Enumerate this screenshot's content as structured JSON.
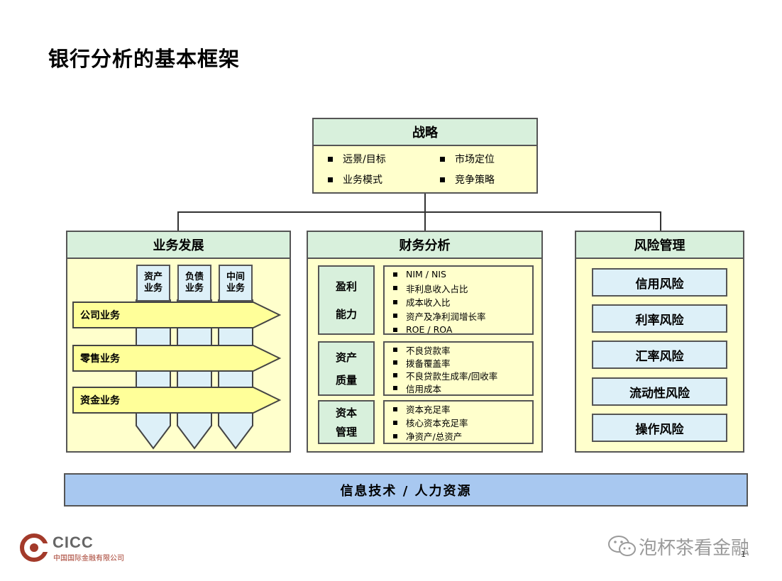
{
  "title": "银行分析的基本框架",
  "strategy": {
    "title": "战略",
    "items": [
      "远景/目标",
      "市场定位",
      "业务模式",
      "竞争策略"
    ]
  },
  "business": {
    "title": "业务发展",
    "columns": [
      "资产\n业务",
      "负债\n业务",
      "中间\n业务"
    ],
    "rows": [
      "公司业务",
      "零售业务",
      "资金业务"
    ]
  },
  "finance": {
    "title": "财务分析",
    "groups": [
      {
        "label_top": "盈利",
        "label_bottom": "能力",
        "items": [
          "NIM / NIS",
          "非利息收入占比",
          "成本收入比",
          "资产及净利润增长率",
          "ROE / ROA"
        ]
      },
      {
        "label_top": "资产",
        "label_bottom": "质量",
        "items": [
          "不良贷款率",
          "拨备覆盖率",
          "不良贷款生成率/回收率",
          "信用成本"
        ]
      },
      {
        "label_top": "资本",
        "label_bottom": "管理",
        "items": [
          "资本充足率",
          "核心资本充足率",
          "净资产/总资产"
        ]
      }
    ]
  },
  "risk": {
    "title": "风险管理",
    "items": [
      "信用风险",
      "利率风险",
      "汇率风险",
      "流动性风险",
      "操作风险"
    ]
  },
  "bottom_bar": "信息技术 / 人力资源",
  "logo": {
    "name": "CICC",
    "subtitle": "中国国际金融有限公司"
  },
  "watermark": "泡杯茶看金融",
  "page_number": "1",
  "colors": {
    "panel_bg": "#ffffcc",
    "header_bg": "#d8f0dc",
    "box_blue": "#ddf0f8",
    "bar_blue": "#a8c8f0",
    "logo_red": "#a33a2a"
  }
}
